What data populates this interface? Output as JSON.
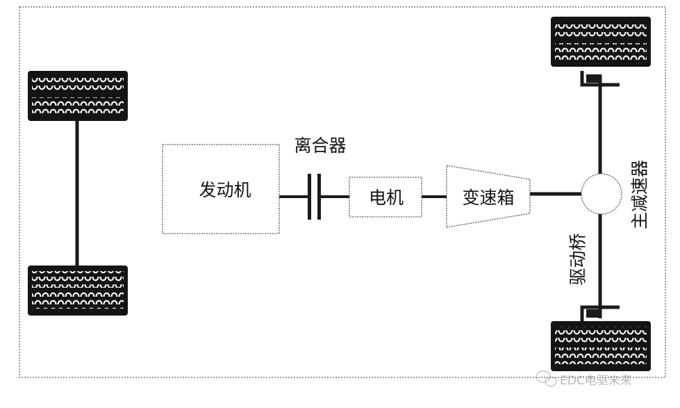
{
  "labels": {
    "engine": "发动机",
    "clutch": "离合器",
    "motor": "电机",
    "gearbox": "变速箱",
    "final_drive": "主减速器",
    "drive_axle": "驱动桥"
  },
  "watermark": "EDC电驱未来",
  "colors": {
    "line": "#1a1a1a",
    "tire": "#141414",
    "tread": "#f2f2f2",
    "box_border": "#555555",
    "watermark": "#b8b8b8"
  }
}
